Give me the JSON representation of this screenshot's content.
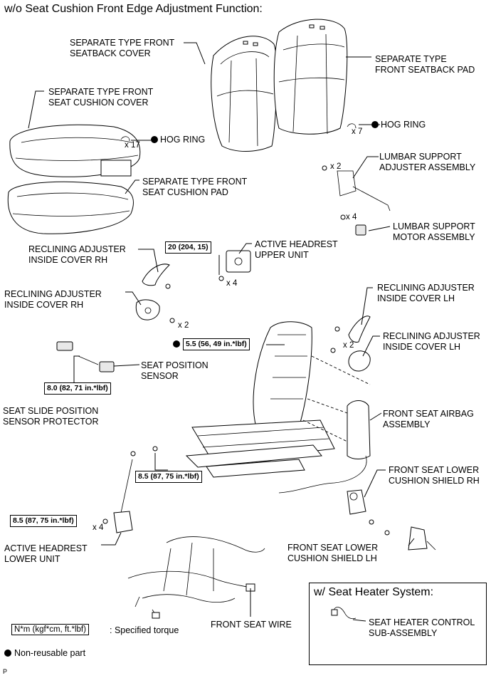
{
  "header": "w/o Seat Cushion Front Edge Adjustment Function:",
  "labels": {
    "seatback_cover": "SEPARATE TYPE FRONT\nSEATBACK COVER",
    "seatback_pad": "SEPARATE TYPE\nFRONT SEATBACK PAD",
    "cushion_cover": "SEPARATE TYPE FRONT\nSEAT CUSHION COVER",
    "cushion_pad": "SEPARATE TYPE FRONT\nSEAT CUSHION PAD",
    "hog_ring_1": "HOG RING",
    "hog_ring_2": "HOG RING",
    "lumbar_adjuster": "LUMBAR SUPPORT\nADJUSTER ASSEMBLY",
    "lumbar_motor": "LUMBAR SUPPORT\nMOTOR ASSEMBLY",
    "reclining_rh_1": "RECLINING ADJUSTER\nINSIDE COVER RH",
    "reclining_rh_2": "RECLINING ADJUSTER\nINSIDE COVER RH",
    "active_upper": "ACTIVE HEADREST\nUPPER UNIT",
    "reclining_lh_1": "RECLINING ADJUSTER\nINSIDE COVER LH",
    "reclining_lh_2": "RECLINING ADJUSTER\nINSIDE COVER LH",
    "seat_position_sensor": "SEAT POSITION\nSENSOR",
    "slide_sensor_protector": "SEAT SLIDE POSITION\nSENSOR PROTECTOR",
    "airbag": "FRONT SEAT AIRBAG\nASSEMBLY",
    "lower_shield_rh": "FRONT SEAT LOWER\nCUSHION SHIELD RH",
    "lower_shield_lh": "FRONT SEAT LOWER\nCUSHION SHIELD LH",
    "active_lower": "ACTIVE HEADREST\nLOWER UNIT",
    "front_seat_wire": "FRONT SEAT WIRE",
    "heater_control": "SEAT HEATER CONTROL\nSUB-ASSEMBLY"
  },
  "quantities": {
    "hog_ring_1": "x 17",
    "hog_ring_2": "x 7",
    "lumbar_adjuster_bolt": "x 2",
    "lumbar_motor_bolt": "x 4",
    "active_upper_nut": "x 4",
    "reclining_rh_bolt": "x 2",
    "reclining_lh_bolt": "x 2",
    "active_lower_nut": "x 4"
  },
  "torques": {
    "active_upper": "20 (204, 15)",
    "frame": "5.5 (56, 49 in.*lbf)",
    "sensor": "8.0 (82, 71 in.*lbf)",
    "frame_lower": "8.5 (87, 75 in.*lbf)",
    "active_lower": "8.5 (87, 75 in.*lbf)"
  },
  "heater_box_title": "w/ Seat Heater System:",
  "legend": {
    "torque_units": "N*m (kgf*cm, ft.*lbf)",
    "torque_text": ": Specified torque",
    "non_reusable": "Non-reusable part"
  },
  "corner_mark": "P"
}
